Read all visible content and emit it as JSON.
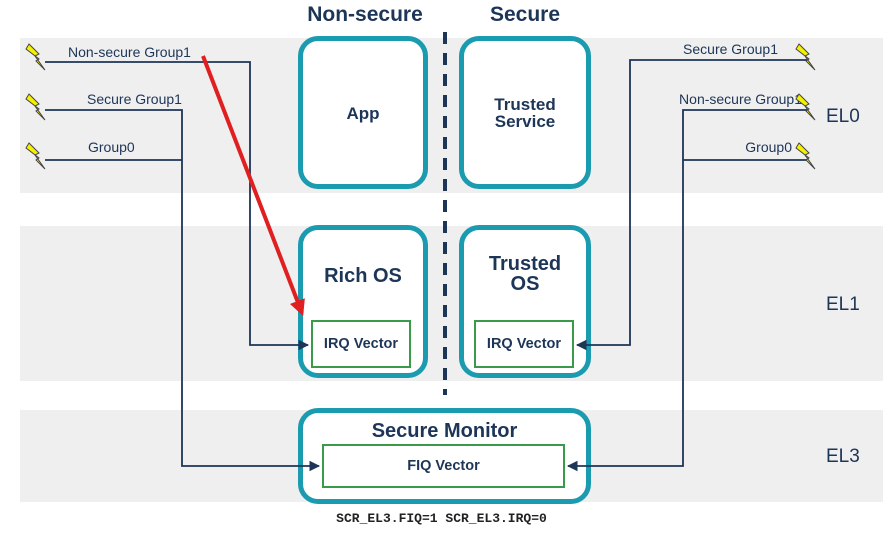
{
  "columns": {
    "non_secure": "Non-secure",
    "secure": "Secure"
  },
  "levels": {
    "el0": "EL0",
    "el1": "EL1",
    "el3": "EL3"
  },
  "boxes": {
    "app": "App",
    "trusted_service": "Trusted\nService",
    "rich_os": "Rich OS",
    "trusted_os": "Trusted\nOS",
    "secure_monitor": "Secure Monitor"
  },
  "vectors": {
    "ns_irq": "IRQ Vector",
    "s_irq": "IRQ Vector",
    "fiq": "FIQ Vector"
  },
  "signals_left": [
    "Non-secure Group1",
    "Secure Group1",
    "Group0"
  ],
  "signals_right": [
    "Secure Group1",
    "Non-secure Group1",
    "Group0"
  ],
  "footer": "SCR_EL3.FIQ=1 SCR_EL3.IRQ=0",
  "colors": {
    "box_border": "#1a9bb0",
    "vector_border": "#3a9a4a",
    "line": "#1d3557",
    "highlight_arrow": "#e02020",
    "interrupt_icon": "#f4f000",
    "band": "#efefef"
  },
  "icons": {
    "interrupt": "lightning-bolt-icon"
  }
}
